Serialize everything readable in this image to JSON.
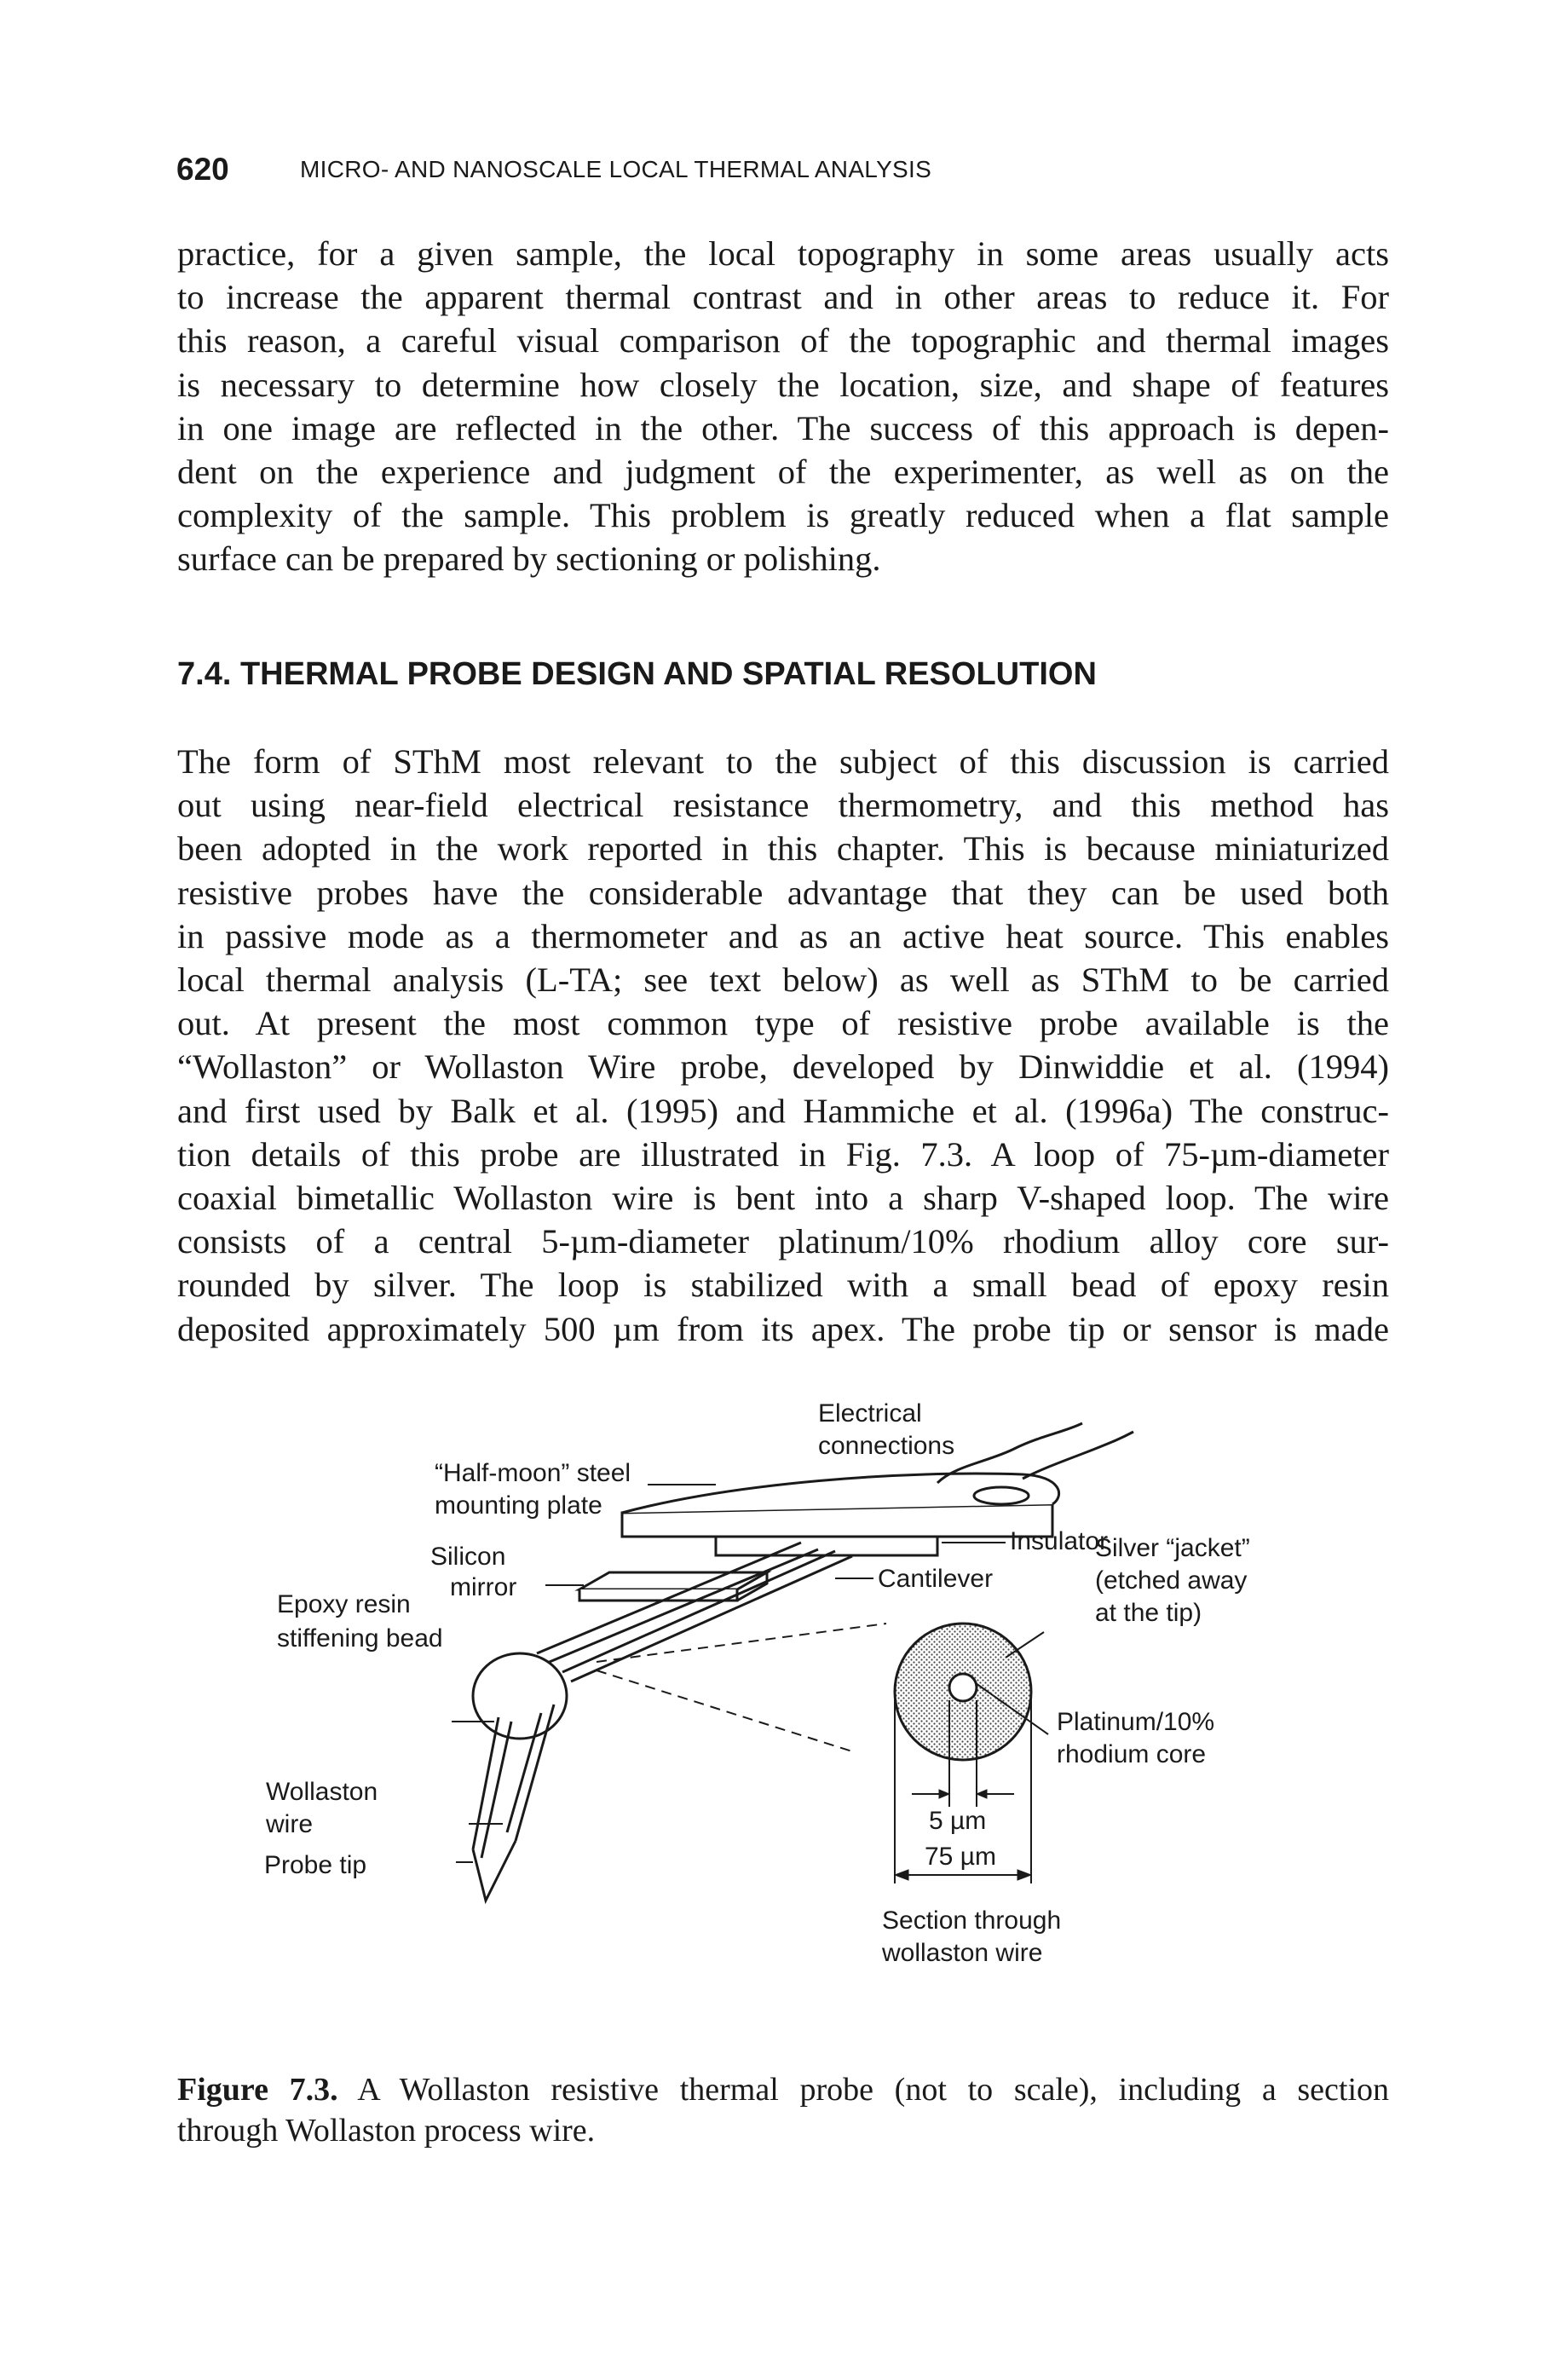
{
  "header": {
    "page_number": "620",
    "running_title": "MICRO- AND NANOSCALE LOCAL THERMAL ANALYSIS"
  },
  "paragraph_1": {
    "lines": [
      "practice, for a given sample, the local topography in some areas usually acts",
      "to increase the apparent thermal contrast and in other areas to reduce it. For",
      "this reason, a careful visual comparison of the topographic and thermal images",
      "is necessary to determine how closely the location, size, and shape of features",
      "in one image are reflected in the other. The success of this approach is depen-",
      "dent on the experience and judgment of the experimenter, as well as on the",
      "complexity of the sample. This problem is greatly reduced when a flat sample",
      "surface can be prepared by sectioning or polishing."
    ]
  },
  "section": {
    "heading": "7.4. THERMAL PROBE DESIGN AND SPATIAL RESOLUTION"
  },
  "paragraph_2": {
    "lines": [
      "The form of SThM most relevant to the subject of this discussion is carried",
      "out using near-field electrical resistance thermometry, and this method has",
      "been adopted in the work reported in this chapter. This is because miniaturized",
      "resistive probes have the considerable advantage that they can be used both",
      "in passive mode as a thermometer and as an active heat source. This enables",
      "local thermal analysis (L-TA; see text below) as well as SThM to be carried",
      "out. At present the most common type of resistive probe available is the",
      "“Wollaston” or Wollaston Wire probe, developed by Dinwiddie et al. (1994)",
      "and first used by Balk et al. (1995) and Hammiche et al. (1996a) The construc-",
      "tion details of this probe are illustrated in Fig. 7.3. A loop of 75-µm-diameter",
      "coaxial bimetallic Wollaston wire is bent into a sharp V-shaped loop. The wire",
      "consists of a central 5-µm-diameter platinum/10% rhodium alloy core sur-",
      "rounded by silver. The loop is stabilized with a small bead of epoxy resin",
      "deposited approximately 500 µm from its apex. The probe tip or sensor is made"
    ]
  },
  "figure": {
    "labels": {
      "electrical_1": "Electrical",
      "electrical_2": "connections",
      "halfmoon_1": "“Half-moon” steel",
      "halfmoon_2": "mounting plate",
      "silicon_1": "Silicon",
      "silicon_2": "mirror",
      "insulator": "Insulator",
      "cantilever": "Cantilever",
      "silver_1": "Silver “jacket”",
      "silver_2": "(etched away",
      "silver_3": "at the tip)",
      "epoxy_1": "Epoxy resin",
      "epoxy_2": "stiffening bead",
      "platinum_1": "Platinum/10%",
      "platinum_2": "rhodium core",
      "wollaston_1": "Wollaston",
      "wollaston_2": "wire",
      "dim_5": "5 µm",
      "dim_75": "75 µm",
      "probe_tip": "Probe tip",
      "section_1": "Section through",
      "section_2": "wollaston wire"
    }
  },
  "caption": {
    "label": "Figure 7.3.",
    "line_1": "A Wollaston resistive thermal probe (not to scale), including a section",
    "line_2": "through Wollaston process wire."
  }
}
